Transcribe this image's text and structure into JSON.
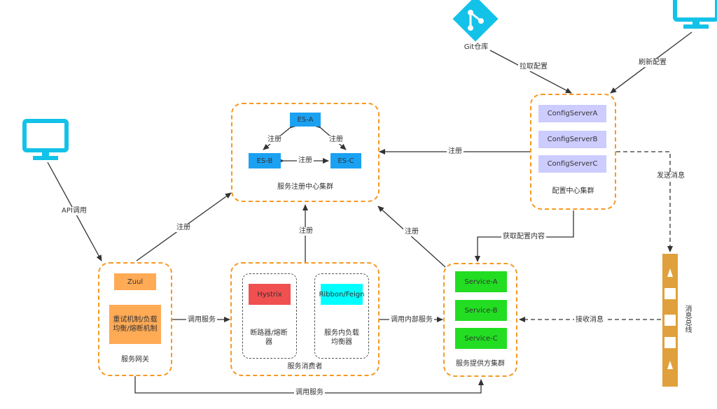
{
  "colors": {
    "cluster_border": "#f59a23",
    "monitor": "#13c2e8",
    "es_node": "#1ba1f2",
    "zuul": "#ffaa55",
    "hystrix": "#f05050",
    "ribbon": "#00ffff",
    "service": "#22dd22",
    "config_server": "#ccccff",
    "bus": "#e0a03c"
  },
  "icons": {
    "git": "git-repo-icon",
    "monitor": "monitor-icon"
  },
  "registry": {
    "caption": "服务注册中心集群",
    "nodes": [
      "ES-A",
      "ES-B",
      "ES-C"
    ],
    "edge_label": "注册"
  },
  "gateway": {
    "caption": "服务网关",
    "zuul": "Zuul",
    "mechanism": "重试机制/负载均衡/熔断机制"
  },
  "consumer": {
    "caption": "服务消费者",
    "hystrix": "Hystrix",
    "hystrix_caption": "断路器/熔断器",
    "ribbon": "Ribbon/Feign",
    "ribbon_caption": "服务内负载均衡器"
  },
  "provider": {
    "caption": "服务提供方集群",
    "services": [
      "Service-A",
      "Service-B",
      "Service-C"
    ]
  },
  "config": {
    "caption": "配置中心集群",
    "servers": [
      "ConfigServerA",
      "ConfigServerB",
      "ConfigServerC"
    ]
  },
  "git": {
    "label": "Git仓库"
  },
  "bus": {
    "label": "消息总线"
  },
  "edges": {
    "api_call": "API调用",
    "register": "注册",
    "call_service": "调用服务",
    "call_internal": "调用内部服务",
    "fetch_config": "获取配置内容",
    "pull_config": "拉取配置",
    "refresh_config": "刷新配置",
    "send_message": "发送消息",
    "receive_message": "接收消息"
  }
}
